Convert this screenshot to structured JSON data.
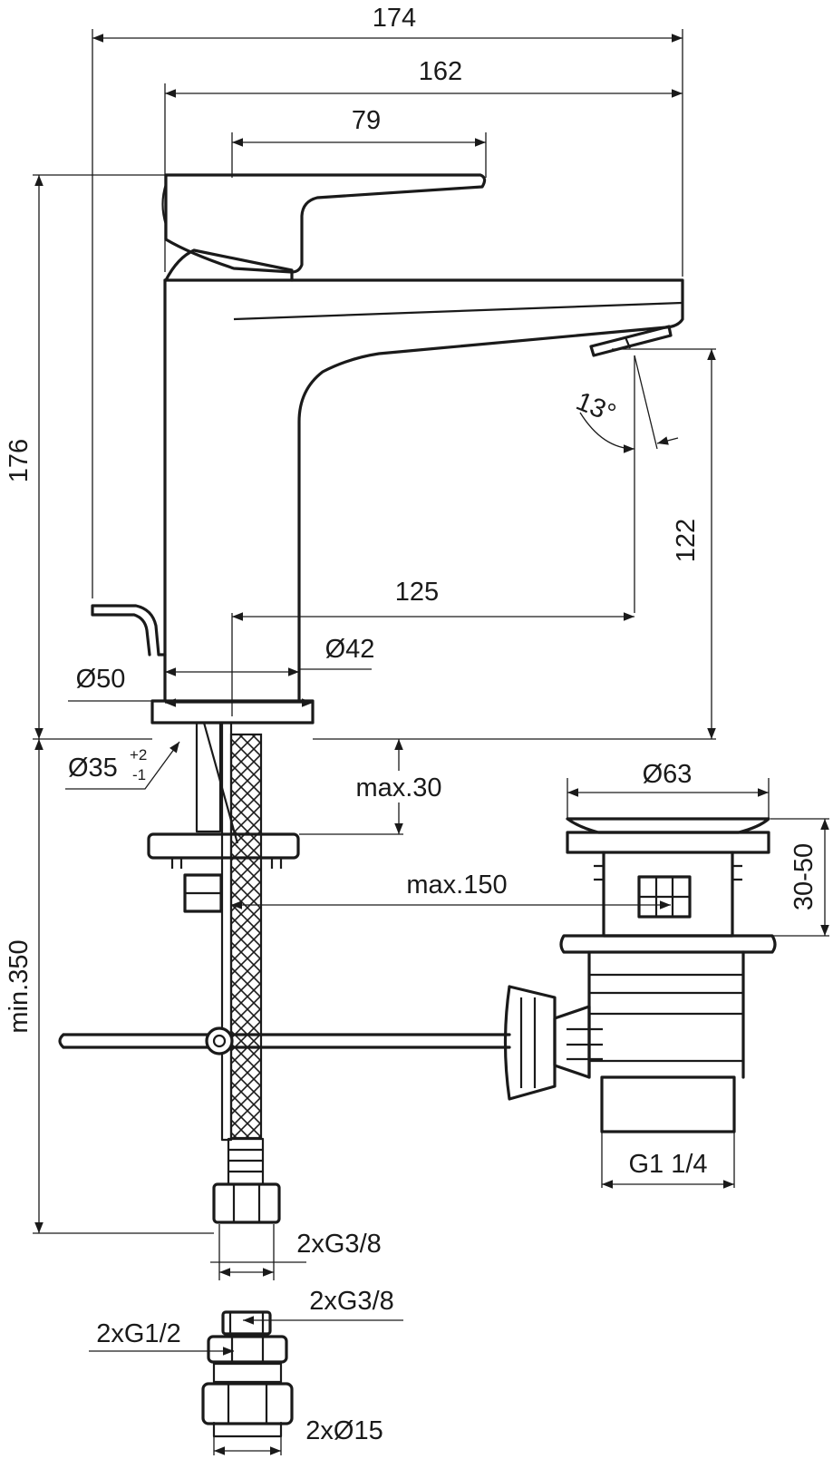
{
  "dimensions": {
    "overall_width": "174",
    "spout_reach": "162",
    "lever_length": "79",
    "total_height": "176",
    "outlet_height": "122",
    "spout_projection": "125",
    "spray_angle": "13°",
    "body_diameter": "Ø42",
    "base_diameter": "Ø50",
    "hole_diameter": "Ø35",
    "hole_tol_plus": "+2",
    "hole_tol_minus": "-1",
    "deck_thickness": "max.30",
    "drain_offset": "max.150",
    "hose_length": "min.350",
    "drain_cap_diameter": "Ø63",
    "drain_range": "30-50",
    "drain_thread": "G1 1/4",
    "hose_connection": "2xG3/8",
    "valve_inlet": "2xG3/8",
    "valve_thread": "2xG1/2",
    "valve_outlet": "2xØ15"
  },
  "colors": {
    "line": "#1a1a1a",
    "background": "#ffffff"
  }
}
